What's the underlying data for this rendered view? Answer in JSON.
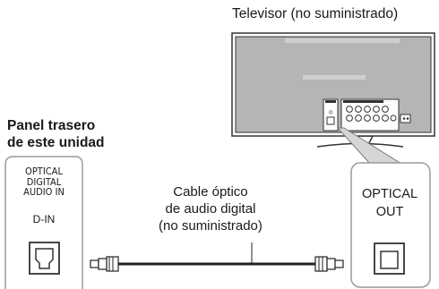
{
  "tv": {
    "caption": "Televisor (no suministrado)",
    "port_label": "OPTICAL\nOUT"
  },
  "unit": {
    "panel_title": "Panel trasero\nde este unidad",
    "port_label": "OPTICAL\nDIGITAL\nAUDIO IN",
    "port_sublabel": "D-IN"
  },
  "cable": {
    "caption": "Cable óptico\nde audio digital\n(no suministrado)"
  }
}
